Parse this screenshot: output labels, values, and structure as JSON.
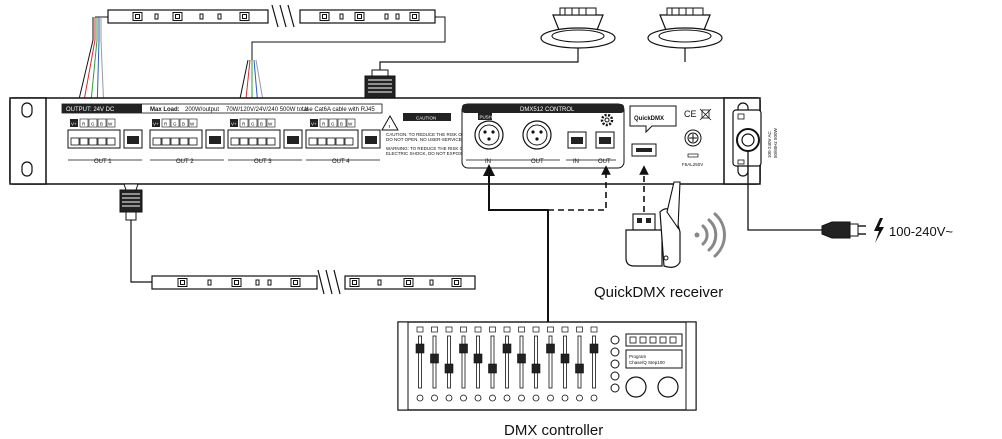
{
  "panel": {
    "output_label": "OUTPUT: 24V DC",
    "max_load_label": "Max Load:",
    "max_load_value": "200W/output",
    "total_label": "70W/120V/24V/240 500W total",
    "cable_note": "Use Cat6A cable with RJ45",
    "caution_title": "CAUTION",
    "caution_text_1": "CAUTION: TO REDUCE THE RISK OF ELECTRIC SHOCK",
    "caution_text_2": "DO NOT OPEN. NO USER-SERVICEABLE PARTS INSIDE",
    "warning_text_1": "WARNING: TO REDUCE THE RISK OF FIRE OR",
    "warning_text_2": "ELECTRIC SHOCK, DO NOT EXPOSE TO RAIN",
    "dmx_section_title": "DMX512 CONTROL",
    "push_label": "PUSH",
    "xlr_in_label": "IN",
    "xlr_out_label": "OUT",
    "rj_in_label": "IN",
    "rj_out_label": "OUT",
    "quickdmx_brand": "QuickDMX",
    "ce_mark": "CE",
    "fuse_label": "F5AL250V",
    "power_spec_1": "100-240V AC",
    "power_spec_2": "50/60Hz  500W",
    "channel_labels": [
      "V+",
      "R",
      "G",
      "B",
      "W"
    ],
    "outputs": [
      "OUT 1",
      "OUT 2",
      "OUT 3",
      "OUT 4"
    ]
  },
  "labels": {
    "voltage": "100-240V~",
    "receiver": "QuickDMX receiver",
    "controller": "DMX controller"
  },
  "controller": {
    "program_label": "Program",
    "chase_label": "Chase/Q Step100"
  },
  "colors": {
    "line": "#111111",
    "panel_fill": "#ffffff",
    "wire_red": "#d62828",
    "wire_green": "#2a9d3a",
    "wire_blue": "#2b59c3",
    "wire_white": "#999999"
  }
}
